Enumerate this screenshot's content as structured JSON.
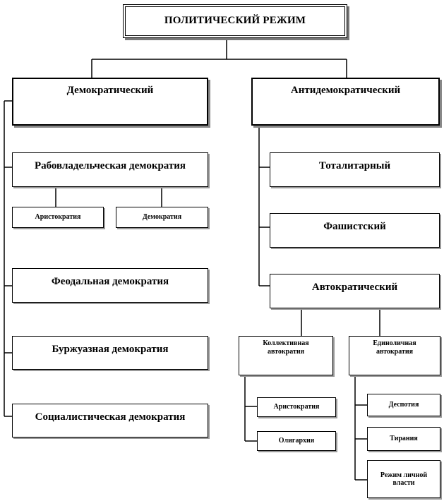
{
  "title": "ПОЛИТИЧЕСКИЙ РЕЖИМ",
  "democratic": {
    "label": "Демократический",
    "slave": {
      "label": "Рабовладельческая демократия",
      "aristocracy": "Аристократия",
      "democracy": "Демократия"
    },
    "feudal": "Феодальная демократия",
    "bourgeois": "Буржуазная демократия",
    "socialist": "Социалистическая демократия"
  },
  "antidemocratic": {
    "label": "Антидемократический",
    "totalitarian": "Тоталитарный",
    "fascist": "Фашистский",
    "autocratic": {
      "label": "Автократический",
      "collective": {
        "label": "Коллективная автократия",
        "aristocracy": "Аристократия",
        "oligarchy": "Олигархия"
      },
      "individual": {
        "label": "Единоличная автократия",
        "despotism": "Деспотия",
        "tyranny": "Тирания",
        "personal_power": "Режим личной власти"
      }
    }
  }
}
